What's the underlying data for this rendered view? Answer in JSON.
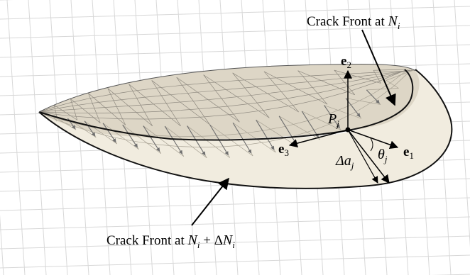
{
  "labels": {
    "front_top": "Crack Front at ",
    "front_top_sym": "N",
    "front_top_sub": "i",
    "front_bottom": "Crack Front at ",
    "front_bottom_expr": "N",
    "front_bottom_sub1": "i",
    "front_bottom_plus": " + Δ",
    "front_bottom_expr2": "N",
    "front_bottom_sub2": "i",
    "point_sym": "P",
    "point_sub": "j",
    "e1": "e",
    "e1_sub": "1",
    "e2": "e",
    "e2_sub": "2",
    "e3": "e",
    "e3_sub": "3",
    "delta_a": "Δa",
    "delta_a_sub": "j",
    "theta": "θ",
    "theta_sub": "j"
  },
  "colors": {
    "background": "#ffffff",
    "grid": "#d8d8d8",
    "surface_upper": "#ddd6c6",
    "surface_lower": "#f1ecdf",
    "mesh_line": "#8f8a80",
    "front_line": "#111111",
    "advance_arrow": "#6e6e6e"
  }
}
